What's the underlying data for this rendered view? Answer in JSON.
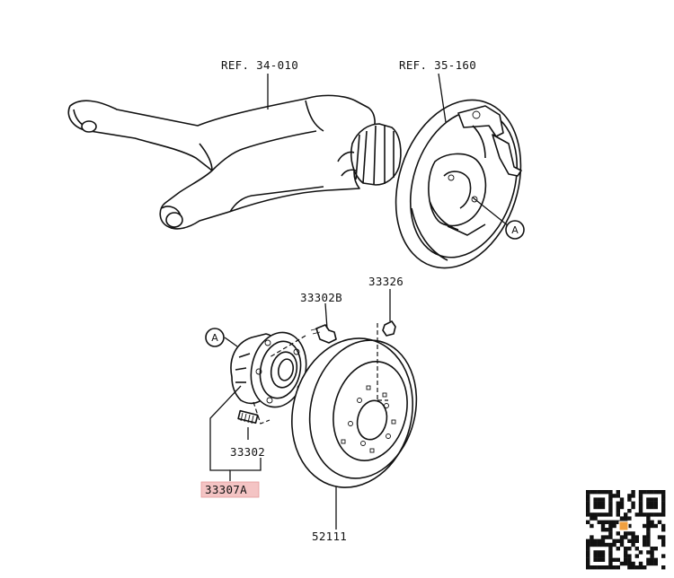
{
  "labels": {
    "ref_trailing_arm": "REF. 34-010",
    "ref_backing_plate": "REF. 35-160",
    "bolt": "33302B",
    "nut": "33326",
    "stud": "33302",
    "hub_assembly": "33307A",
    "disc": "52111"
  },
  "callout_letter": "A",
  "colors": {
    "highlight": "#f4c4c4",
    "highlight_border": "#e39a9a",
    "line": "#111111"
  },
  "icons": {
    "qr": "qr-code-icon"
  }
}
